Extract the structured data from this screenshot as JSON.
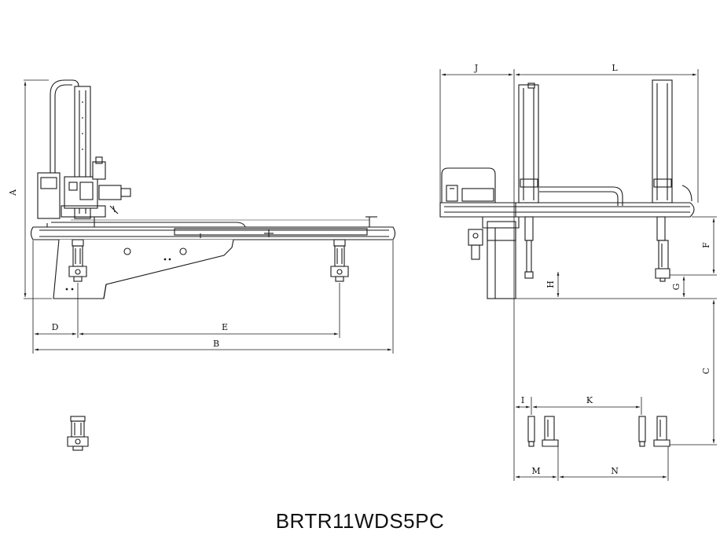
{
  "model": "BRTR11WDS5PC",
  "dimension_labels": {
    "A": "A",
    "B": "B",
    "C": "C",
    "D": "D",
    "E": "E",
    "F": "F",
    "G": "G",
    "H": "H",
    "I": "I",
    "J": "J",
    "K": "K",
    "L": "L",
    "M": "M",
    "N": "N"
  },
  "line_color": "#1a1a1a"
}
